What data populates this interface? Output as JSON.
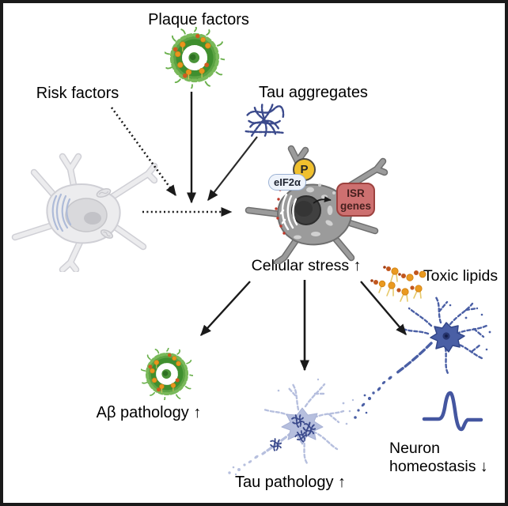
{
  "figure": {
    "kind": "graphical-abstract-diagram",
    "topic": "Cellular stress / integrated stress response in neurodegeneration"
  },
  "labels": {
    "plaque_factors": "Plaque factors",
    "risk_factors": "Risk factors",
    "tau_aggregates": "Tau aggregates",
    "cellular_stress": "Cellular stress ↑",
    "toxic_lipids": "Toxic lipids",
    "abeta_pathology": "Aβ pathology ↑",
    "tau_pathology": "Tau pathology ↑",
    "neuron_homeostasis_line1": "Neuron",
    "neuron_homeostasis_line2": "homeostasis ↓"
  },
  "cell_annotations": {
    "phospho_badge": "P",
    "eif2a_label": "eIF2α",
    "isr_genes_line1": "ISR",
    "isr_genes_line2": "genes"
  },
  "colors": {
    "frame_black": "#1a1a1a",
    "plaque_green": "#4e9a3c",
    "plaque_green_light": "#79b95a",
    "plaque_orange": "#e8951e",
    "plaque_red_orange": "#cf5b1e",
    "tau_navy": "#3b4a8c",
    "neuron_blue": "#4a5fa5",
    "degenerating_neuron_lavender": "#b6bfde",
    "stressed_cell_gray": "#9b9b9b",
    "stressed_cell_outline": "#6f6f6f",
    "resting_cell_gray": "#ececee",
    "nucleus_dark": "#3f3f3f",
    "phospho_yellow": "#f0c02e",
    "isr_genes_red_fill": "#cd7070",
    "isr_genes_red_border": "#9d423f",
    "eif2a_pill_fill": "#eef3fb",
    "eif2a_pill_border": "#9db3d4",
    "arrow_black": "#1a1a1a"
  }
}
